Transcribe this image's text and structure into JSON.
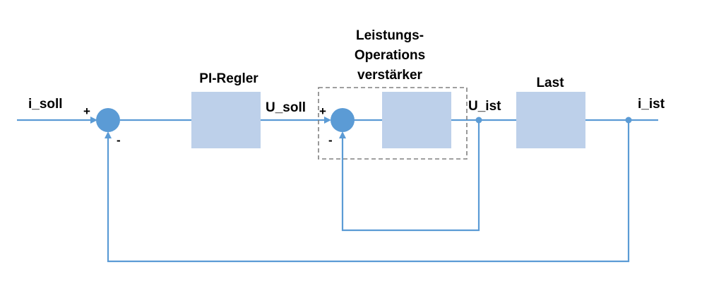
{
  "signals": {
    "i_soll": "i_soll",
    "u_soll": "U_soll",
    "u_ist": "U_ist",
    "i_ist": "i_ist"
  },
  "blocks": {
    "pi_regler": "PI-Regler",
    "amplifier": [
      "Leistungs-",
      "Operations",
      "verstärker"
    ],
    "last": "Last"
  },
  "signs": {
    "sum1_plus": "+",
    "sum1_minus": "-",
    "sum2_plus": "+",
    "sum2_minus": "-"
  },
  "colors": {
    "line": "#5B9BD5",
    "block_fill": "#BDD0EA",
    "sum_fill": "#5B9BD5",
    "dashed_border": "#808080"
  }
}
